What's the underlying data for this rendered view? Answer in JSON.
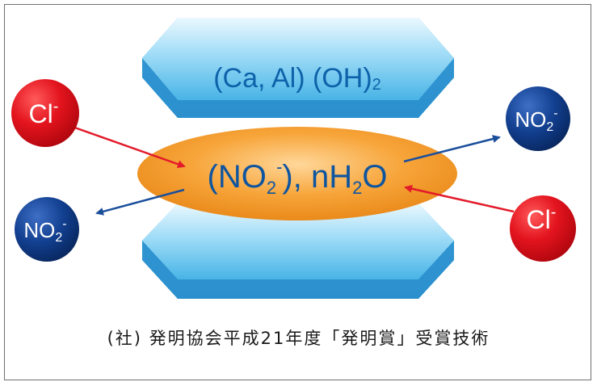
{
  "layer_formula": "(Ca, Al) (OH)",
  "layer_formula_sub": "2",
  "interlayer": {
    "prefix": "(NO",
    "sub": "2",
    "sup": "-",
    "suffix": "), nH",
    "sub2": "2",
    "tail": "O"
  },
  "ions": {
    "chloride": {
      "symbol": "Cl",
      "charge": "-"
    },
    "nitrite": {
      "symbol": "NO",
      "sub": "2",
      "charge": "-"
    }
  },
  "caption": "(社) 発明協会平成21年度「発明賞」受賞技術",
  "colors": {
    "plate_light": "#c9ecfb",
    "plate_mid": "#6cc7ef",
    "plate_dark": "#2f97d2",
    "interlayer": "#f59a2c",
    "chloride": "#e3141e",
    "nitrite": "#123f8f",
    "arrow_red": "#e31a2a",
    "arrow_blue": "#1b4f9c"
  }
}
